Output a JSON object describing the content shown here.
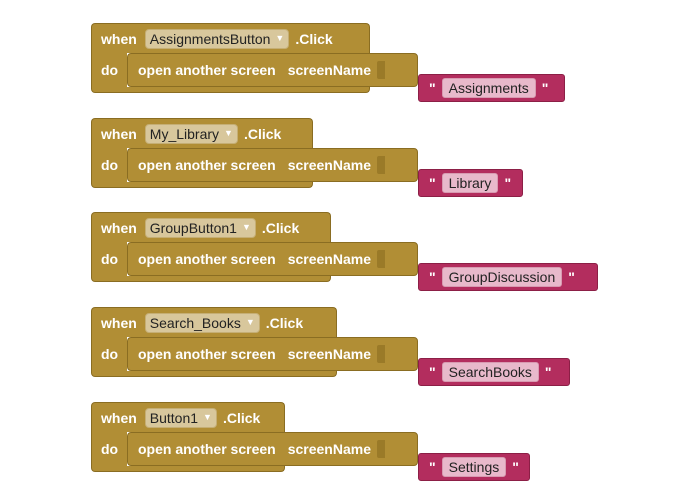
{
  "blocks": [
    {
      "when_label": "when",
      "component": "AssignmentsButton",
      "event": ".Click",
      "do_label": "do",
      "action": "open another screen",
      "param": "screenName",
      "quote_open": "\"",
      "screen": "Assignments",
      "quote_close": "\""
    },
    {
      "when_label": "when",
      "component": "My_Library",
      "event": ".Click",
      "do_label": "do",
      "action": "open another screen",
      "param": "screenName",
      "quote_open": "\"",
      "screen": "Library",
      "quote_close": "\""
    },
    {
      "when_label": "when",
      "component": "GroupButton1",
      "event": ".Click",
      "do_label": "do",
      "action": "open another screen",
      "param": "screenName",
      "quote_open": "\"",
      "screen": "GroupDiscussion",
      "quote_close": "\""
    },
    {
      "when_label": "when",
      "component": "Search_Books",
      "event": ".Click",
      "do_label": "do",
      "action": "open another screen",
      "param": "screenName",
      "quote_open": "\"",
      "screen": "SearchBooks",
      "quote_close": "\""
    },
    {
      "when_label": "when",
      "component": "Button1",
      "event": ".Click",
      "do_label": "do",
      "action": "open another screen",
      "param": "screenName",
      "quote_open": "\"",
      "screen": "Settings",
      "quote_close": "\""
    }
  ],
  "icons": {
    "dropdown_arrow": "chevron-down-icon"
  },
  "colors": {
    "control_block": "#b18e35",
    "text_block": "#b32d5e",
    "text_field": "#e8b9cb",
    "dropdown_field": "#d8c79c"
  }
}
